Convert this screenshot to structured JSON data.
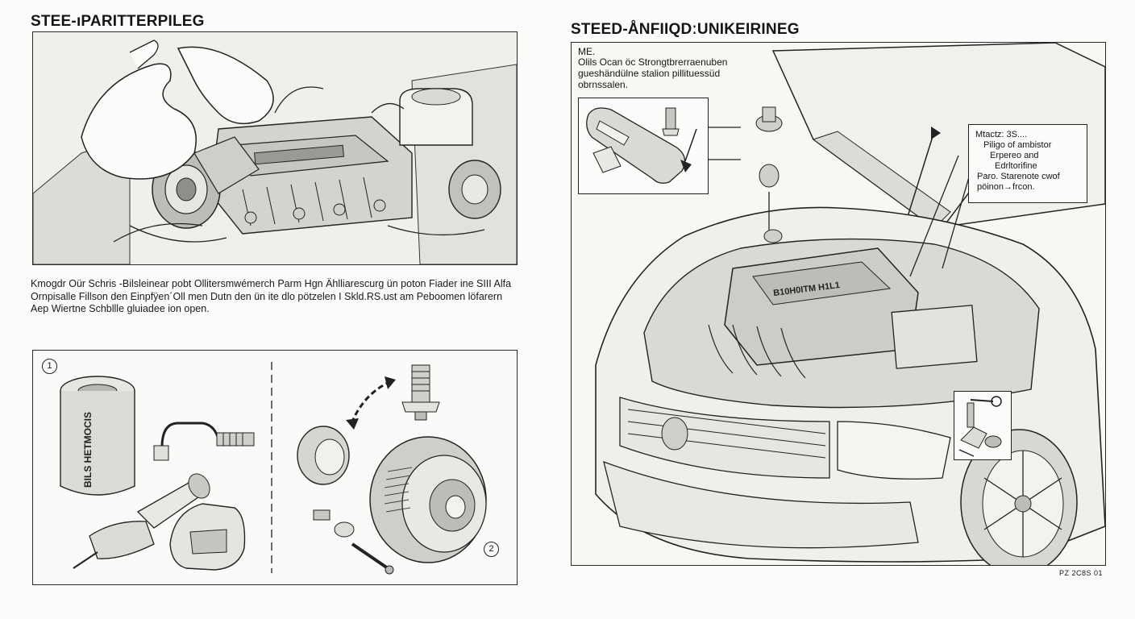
{
  "left_page": {
    "title": "STEE-ıPARITTERPILEG",
    "paragraph": "Kmogdr Oür Schris -Bilsleinear pobt Ollitersmwémerch Parm Hgn Ählliarescurg ün poton Fiader ine SIII Alfa Ornpisalle Fillson den Einpfÿen´Oll men Dutn den ün ite dlo pötzelen I Skld.RS.ust am Peboomen löfarern Aep Wiertne Schbllle gluiadee ion open.",
    "parts_panel": {
      "badge_1": "1",
      "badge_2": "2",
      "filter_label": "BILS HETMOCIS"
    }
  },
  "right_page": {
    "title": "STEED-ÅNFIIQDːUNIKEIRINEG",
    "panel_label": "ME.",
    "note_lines": [
      "Olils Ocan öc Strongtbrerraenuben",
      "gueshändülne stalion pillituessüd",
      "obrnssalen."
    ],
    "callout_lines": [
      "Mtactz: 3S....",
      "Piligo of ambistor",
      "Erpereo and",
      "Edrltorifine",
      "Paro. Starenote cwof",
      "pöinon→frcon."
    ],
    "engine_cover_label": "B10H0ITM H1L1",
    "ref_code": "PZ 2C8S 01"
  },
  "colors": {
    "ink": "#151515",
    "paper": "#fbfbf9",
    "shade": "#d6d6d2"
  }
}
